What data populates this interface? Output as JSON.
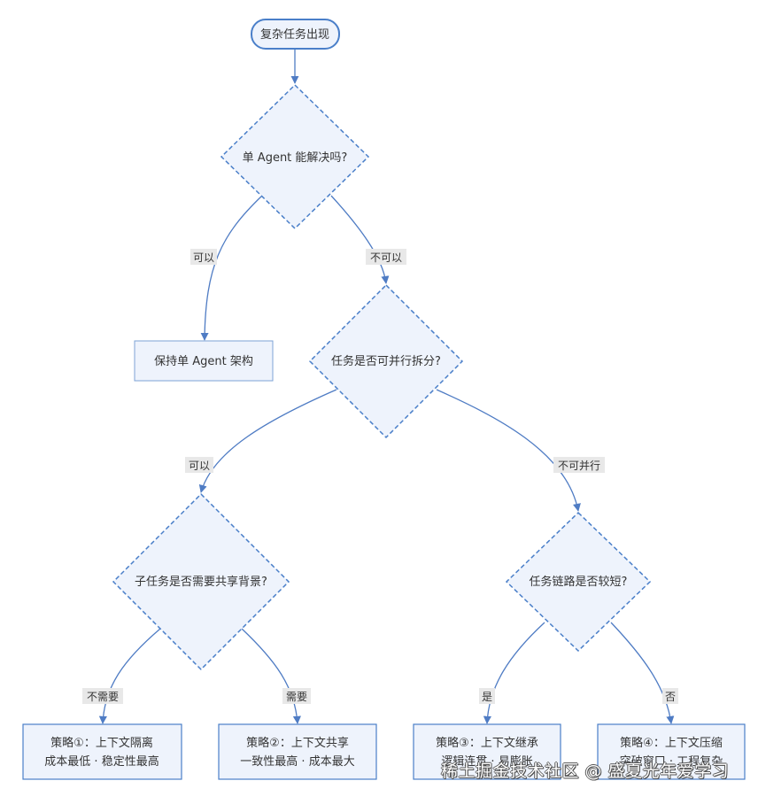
{
  "nodes": {
    "start": "复杂任务出现",
    "q1": "单 Agent 能解决吗?",
    "keep_single": "保持单 Agent 架构",
    "q2": "任务是否可并行拆分?",
    "q3": "子任务是否需要共享背景?",
    "q4": "任务链路是否较短?",
    "s1": [
      "策略①：上下文隔离",
      "成本最低 · 稳定性最高"
    ],
    "s2": [
      "策略②：上下文共享",
      "一致性最高 · 成本最大"
    ],
    "s3": [
      "策略③：上下文继承",
      "逻辑连贯 · 易膨胀"
    ],
    "s4": [
      "策略④：上下文压缩",
      "突破窗口 · 工程复杂"
    ]
  },
  "edge_labels": {
    "q1_yes": "可以",
    "q1_no": "不可以",
    "q2_yes": "可以",
    "q2_no": "不可并行",
    "q3_no": "不需要",
    "q3_yes": "需要",
    "q4_yes": "是",
    "q4_no": "否"
  },
  "watermark": "稀土掘金技术社区 @ 盛夏光年爱学习",
  "colors": {
    "node_fill": "#eef3fc",
    "node_stroke": "#4a7fc9",
    "edge": "#4f7cc4",
    "text": "#333333"
  }
}
